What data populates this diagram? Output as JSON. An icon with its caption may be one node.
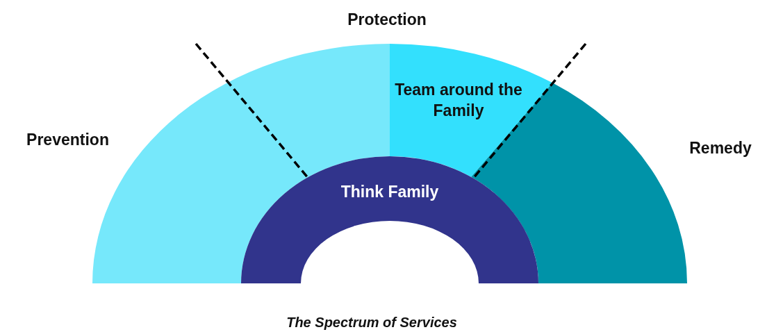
{
  "diagram": {
    "caption": "The Spectrum of Services",
    "nodes": [
      {
        "text": [
          "Prevention"
        ]
      },
      {
        "text": [
          "Team around the Family"
        ]
      },
      {
        "text": [
          "Remedy"
        ]
      },
      {
        "text": [
          "Think Family"
        ]
      }
    ],
    "labels": [
      "Protection"
    ]
  }
}
